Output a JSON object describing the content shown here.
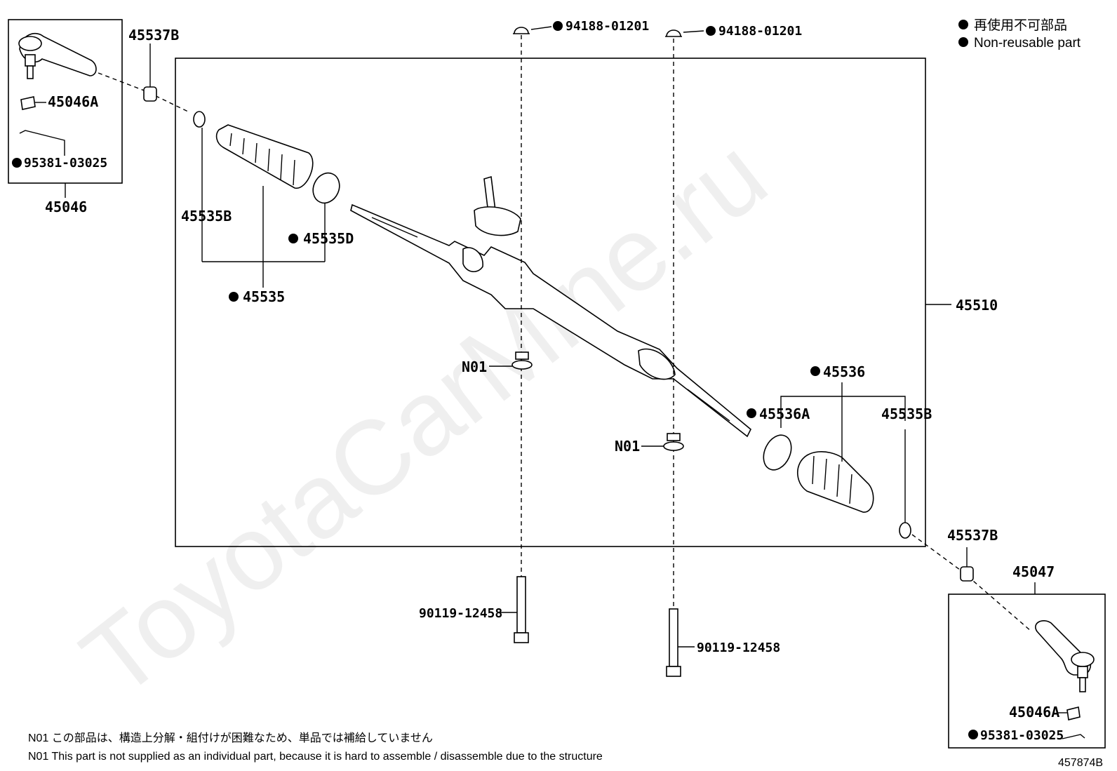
{
  "legend": {
    "jp": "再使用不可部品",
    "en": "Non-reusable part"
  },
  "watermark": "ToyotaCarMine.ru",
  "diagram_id": "457874B",
  "notes": {
    "jp": "N01 この部品は、構造上分解・組付けが困難なため、単品では補給していません",
    "en": "N01 This part is not supplied as an individual part, because it is hard to assemble / disassemble due to the structure"
  },
  "labels": {
    "assy_45046": "45046",
    "p_45537B_left": "45537B",
    "p_45046A_left": "45046A",
    "p_95381_left": "95381-03025",
    "p_45535B_left": "45535B",
    "p_45535D": "45535D",
    "p_45535": "45535",
    "p_94188_left": "94188-01201",
    "p_94188_right": "94188-01201",
    "p_N01_left": "N01",
    "p_N01_right": "N01",
    "p_90119_left": "90119-12458",
    "p_90119_right": "90119-12458",
    "p_45510": "45510",
    "p_45536": "45536",
    "p_45536A": "45536A",
    "p_45535B_right": "45535B",
    "p_45537B_right": "45537B",
    "assy_45047": "45047",
    "p_45046A_right": "45046A",
    "p_95381_right": "95381-03025"
  }
}
